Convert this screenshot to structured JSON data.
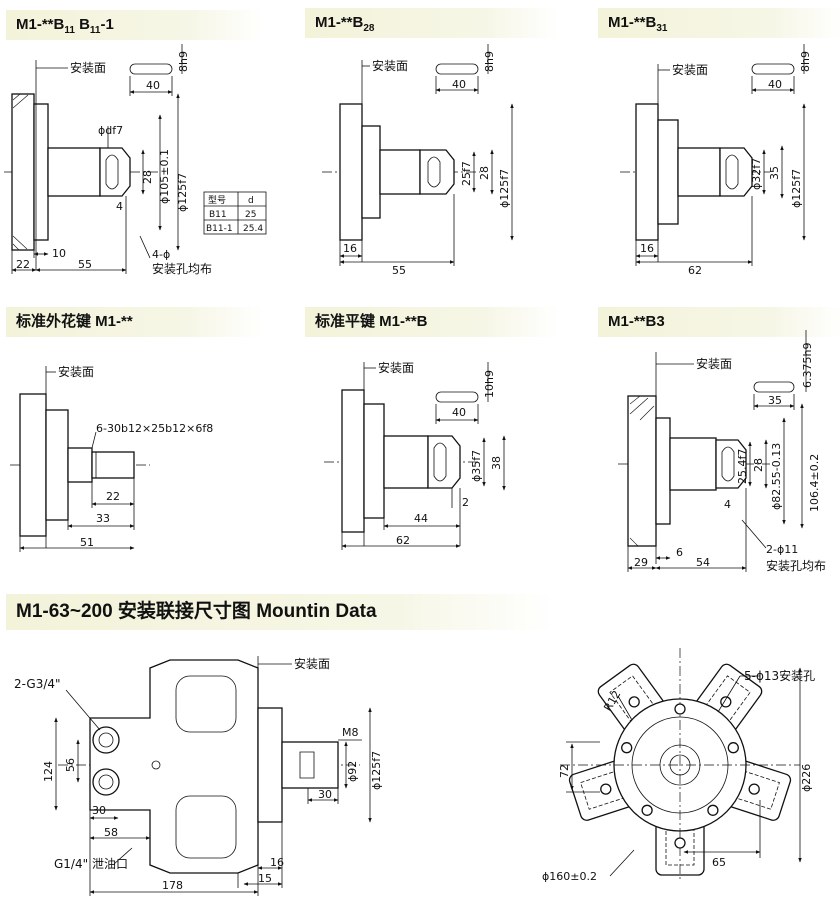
{
  "headers": {
    "b11": {
      "main": "M1-**B",
      "sub1": "11",
      "mid": "  B",
      "sub2": "11",
      "tail": "-1"
    },
    "b28": {
      "main": "M1-**B",
      "sub": "28"
    },
    "b31": {
      "main": "M1-**B",
      "sub": "31"
    },
    "spline": "标准外花键  M1-**",
    "flatkey": "标准平键  M1-**B",
    "b3": "M1-**B3",
    "mounting": "M1-63~200 安装联接尺寸图  Mountin Data"
  },
  "labels": {
    "mount_face": "安装面",
    "holes_even": "安装孔均布",
    "holes_even2": "安装孔均布",
    "drain": "G1/4\" 泄油口",
    "ports": "2-G3/4\"",
    "mount_holes": "5-ϕ13安装孔"
  },
  "b11": {
    "key": "8h9",
    "key_len": "40",
    "df": "ϕdf7",
    "d28": "28",
    "d105": "ϕ105±0.1",
    "d125": "ϕ125f7",
    "d4": "4",
    "d10": "10",
    "d22": "22",
    "d55": "55",
    "holes": "4-ϕ",
    "table": {
      "h1": "型号",
      "h2": "d",
      "rows": [
        [
          "B11",
          "25"
        ],
        [
          "B11-1",
          "25.4"
        ]
      ]
    }
  },
  "b28": {
    "key": "8h9",
    "key_len": "40",
    "d25": "25f7",
    "d28": "28",
    "d125": "ϕ125f7",
    "d16": "16",
    "d55": "55"
  },
  "b31": {
    "key": "8h9",
    "key_len": "40",
    "d32": "ϕ32f7",
    "d35": "35",
    "d125": "ϕ125f7",
    "d16": "16",
    "d62": "62"
  },
  "spline": {
    "spec": "6-30b12×25b12×6f8",
    "d22": "22",
    "d33": "33",
    "d51": "51"
  },
  "flatkey": {
    "key": "10h9",
    "key_len": "40",
    "d35": "ϕ35f7",
    "d38": "38",
    "d2": "2",
    "d44": "44",
    "d62": "62"
  },
  "b3": {
    "key": "6.375h9",
    "key_len": "35",
    "d25": "25.4f7",
    "d28": "28",
    "d82": "ϕ82.55-0.13",
    "d106": "106.4±0.2",
    "d4": "4",
    "holes": "2-ϕ11",
    "d29": "29",
    "d6": "6",
    "d54": "54"
  },
  "mount": {
    "d124": "124",
    "d56": "56",
    "d30a": "30",
    "d58": "58",
    "d178": "178",
    "m8": "M8",
    "d92": "ϕ92",
    "d125": "ϕ125f7",
    "d30b": "30",
    "d16": "16",
    "d15": "15",
    "r12": "R12",
    "d72": "72",
    "d226": "ϕ226",
    "d65": "65",
    "d160": "ϕ160±0.2"
  }
}
